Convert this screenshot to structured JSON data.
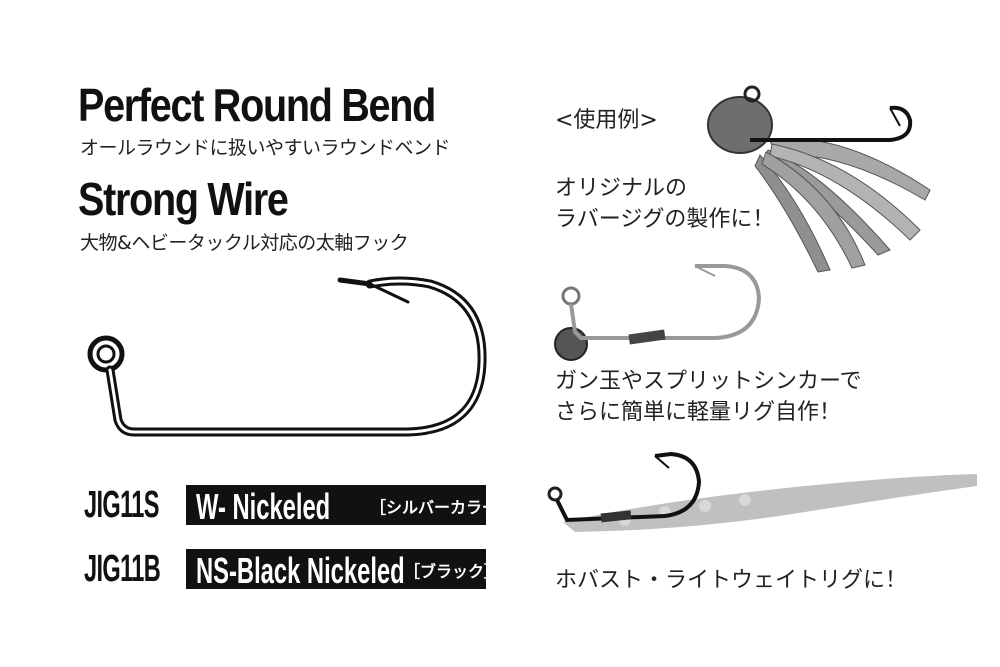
{
  "features": [
    {
      "title": "Perfect Round Bend",
      "subtitle": "オールラウンドに扱いやすいラウンドベンド"
    },
    {
      "title": "Strong Wire",
      "subtitle": "大物&ヘビータックル対応の太軸フック"
    }
  ],
  "models": [
    {
      "code": "JIG11S",
      "finish": "W- Nickeled",
      "color_tag": "［シルバーカラー］"
    },
    {
      "code": "JIG11B",
      "finish": "NS-Black Nickeled",
      "color_tag": "［ブラック］"
    }
  ],
  "usage": {
    "heading": "<使用例>",
    "examples": [
      {
        "line1": "オリジナルの",
        "line2": "ラバージグの製作に！"
      },
      {
        "line1": "ガン玉やスプリットシンカーで",
        "line2": "さらに簡単に軽量リグ自作！"
      },
      {
        "line1": "ホバスト・ライトウェイトリグに！"
      }
    ]
  },
  "colors": {
    "ink": "#111111",
    "skirt": "#8a8a8a",
    "worm": "#bdbdbd",
    "head": "#6e6e6e"
  }
}
